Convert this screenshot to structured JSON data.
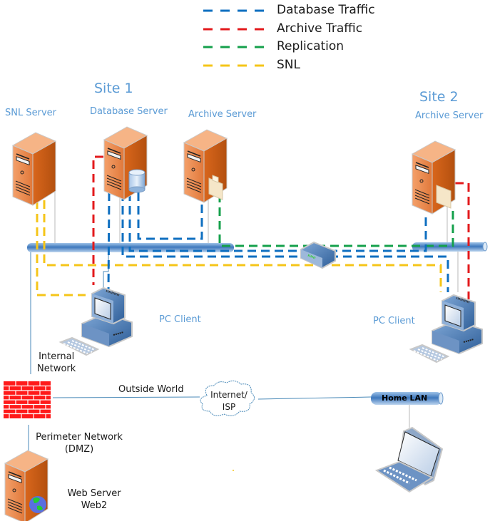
{
  "legend": {
    "items": [
      {
        "label": "Database Traffic",
        "color": "#0f6fc0"
      },
      {
        "label": "Archive Traffic",
        "color": "#e31a1c"
      },
      {
        "label": "Replication",
        "color": "#14a04b"
      },
      {
        "label": "SNL",
        "color": "#f5c518"
      }
    ]
  },
  "sites": {
    "site1": "Site 1",
    "site2": "Site 2"
  },
  "nodes": {
    "snl_server": "SNL Server",
    "database_server": "Database Server",
    "archive_server_1": "Archive Server",
    "archive_server_2": "Archive Server",
    "pc_client_1": "PC Client",
    "pc_client_2": "PC Client",
    "internal_network_line1": "Internal",
    "internal_network_line2": "Network",
    "outside_world": "Outside World",
    "internet_line1": "Internet/",
    "internet_line2": "ISP",
    "home_lan": "Home LAN",
    "perimeter_line1": "Perimeter Network",
    "perimeter_line2": "(DMZ)",
    "web_server_line1": "Web Server",
    "web_server_line2": "Web2"
  },
  "colors": {
    "label_blue": "#5b9bd5",
    "server_orange": "#e0783a",
    "bus_blue": "#4f86c6",
    "firewall_red": "#ff1a1a",
    "link_line": "#4a8ab8"
  }
}
